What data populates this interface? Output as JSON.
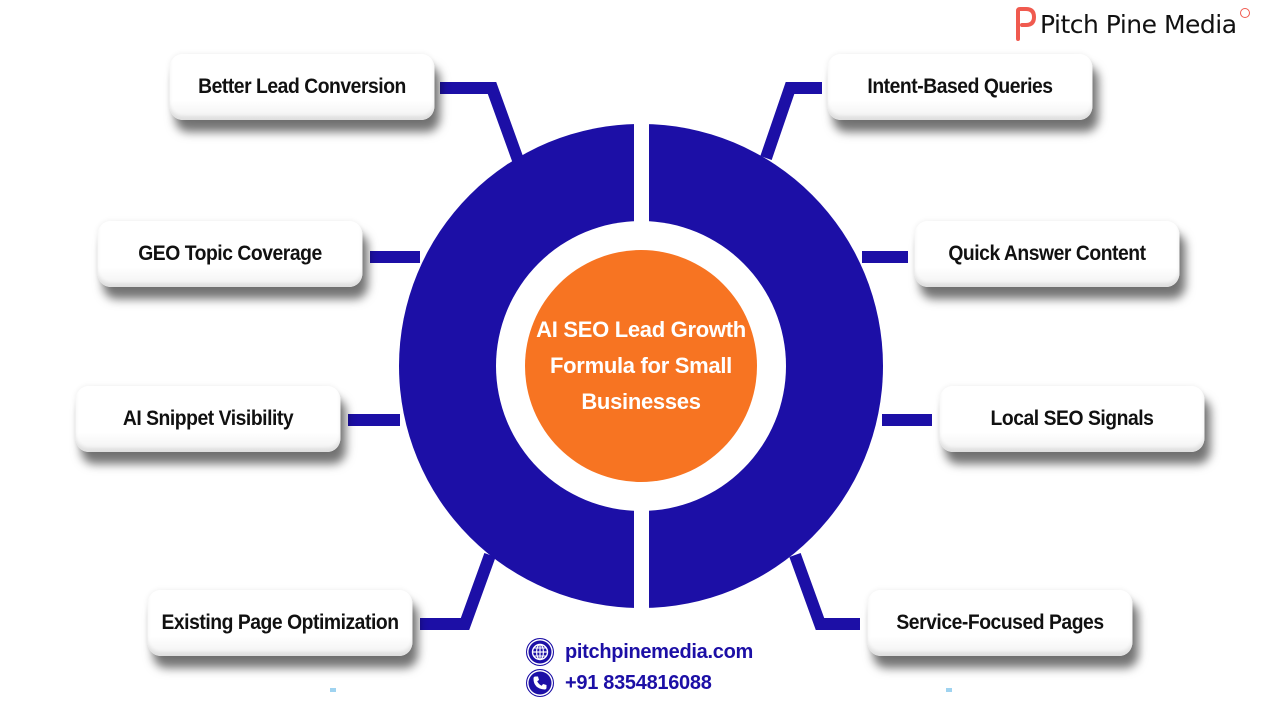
{
  "brand": {
    "name": "Pitch Pine Media",
    "logo_icon": "p-pin-logo-icon",
    "accent_color": "#f05a4f"
  },
  "diagram": {
    "center_title": "AI SEO Lead Growth Formula for Small Businesses",
    "ring_color": "#1c0fa6",
    "center_color": "#f77422",
    "left_items": [
      {
        "label": "Better Lead Conversion"
      },
      {
        "label": "GEO Topic Coverage"
      },
      {
        "label": "AI Snippet Visibility"
      },
      {
        "label": "Existing Page Optimization"
      }
    ],
    "right_items": [
      {
        "label": "Intent-Based Queries"
      },
      {
        "label": "Quick Answer Content"
      },
      {
        "label": "Local SEO Signals"
      },
      {
        "label": "Service-Focused Pages"
      }
    ]
  },
  "contact": {
    "website": "pitchpinemedia.com",
    "website_icon": "globe-icon",
    "phone": "+91 8354816088",
    "phone_icon": "phone-icon"
  }
}
